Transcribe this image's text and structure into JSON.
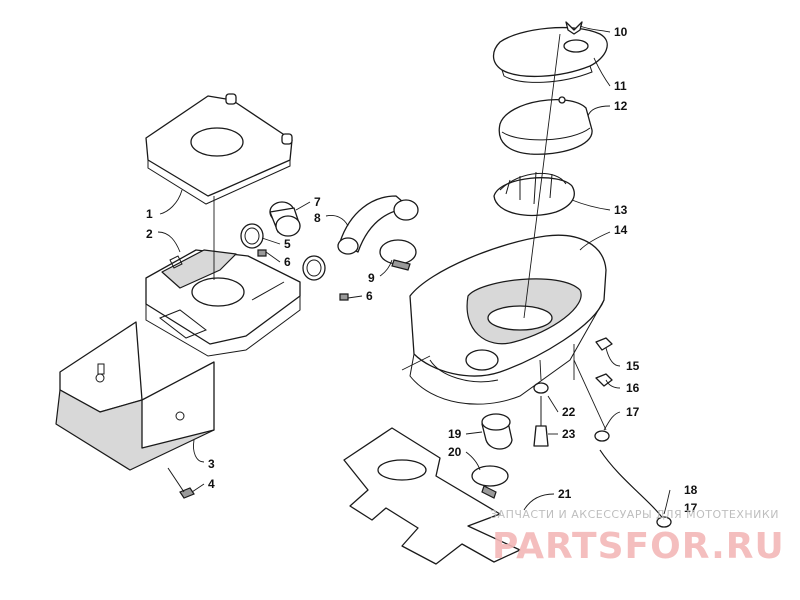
{
  "diagram": {
    "callouts": [
      {
        "id": "1",
        "text": "1"
      },
      {
        "id": "2",
        "text": "2"
      },
      {
        "id": "3",
        "text": "3"
      },
      {
        "id": "4",
        "text": "4"
      },
      {
        "id": "5",
        "text": "5"
      },
      {
        "id": "6a",
        "text": "6"
      },
      {
        "id": "6b",
        "text": "6"
      },
      {
        "id": "7",
        "text": "7"
      },
      {
        "id": "8",
        "text": "8"
      },
      {
        "id": "9",
        "text": "9"
      },
      {
        "id": "10",
        "text": "10"
      },
      {
        "id": "11",
        "text": "11"
      },
      {
        "id": "12",
        "text": "12"
      },
      {
        "id": "13",
        "text": "13"
      },
      {
        "id": "14",
        "text": "14"
      },
      {
        "id": "15",
        "text": "15"
      },
      {
        "id": "16",
        "text": "16"
      },
      {
        "id": "17a",
        "text": "17"
      },
      {
        "id": "17b",
        "text": "17"
      },
      {
        "id": "18",
        "text": "18"
      },
      {
        "id": "19",
        "text": "19"
      },
      {
        "id": "20",
        "text": "20"
      },
      {
        "id": "21",
        "text": "21"
      },
      {
        "id": "22",
        "text": "22"
      },
      {
        "id": "23",
        "text": "23"
      }
    ]
  },
  "watermark": {
    "tagline": "ЗАПЧАСТИ И АКСЕССУАРЫ ДЛЯ МОТОТЕХНИКИ",
    "logo": "PARTSFOR.RU",
    "logo_color": "#f3b8b8"
  }
}
